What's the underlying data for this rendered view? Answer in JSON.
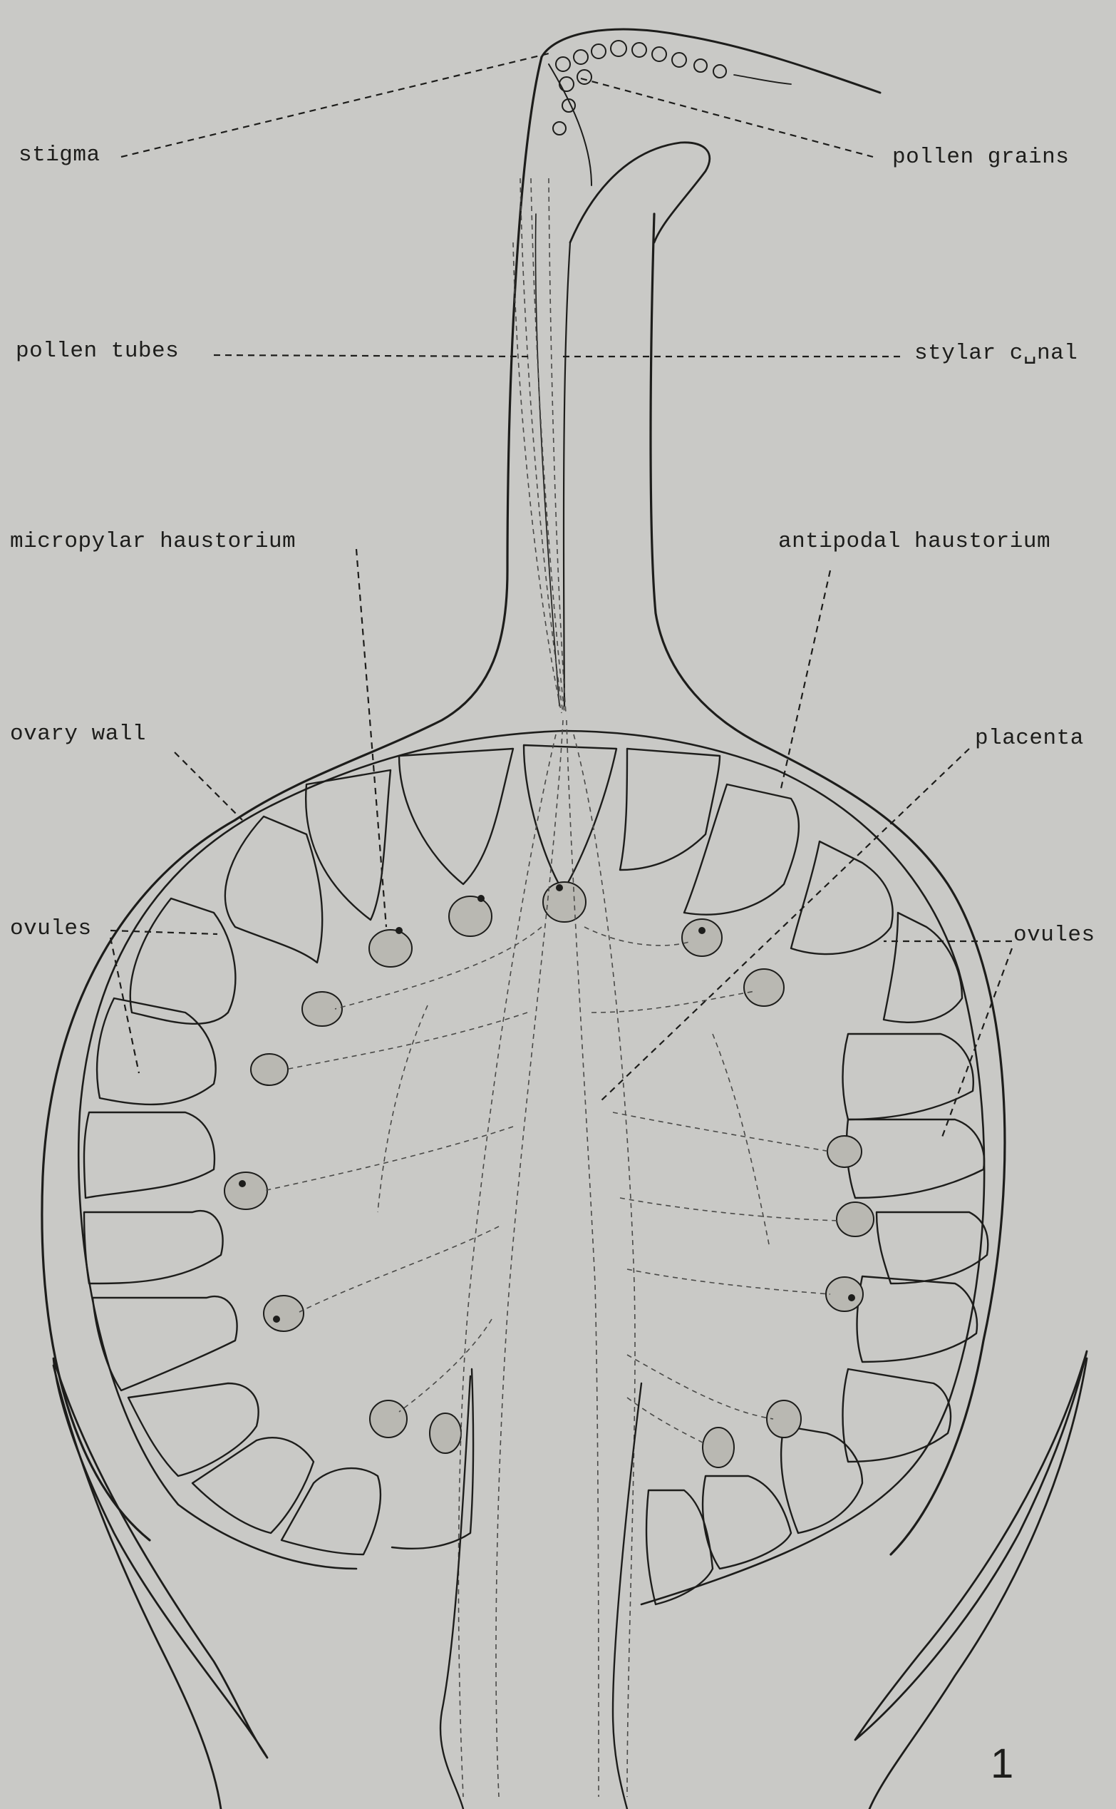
{
  "labels": {
    "stigma": "stigma",
    "pollen_grains": "pollen grains",
    "pollen_tubes": "pollen tubes",
    "stylar_canal": "stylar c␣nal",
    "micropylar_haustorium": "micropylar haustorium",
    "antipodal_haustorium": "antipodal haustorium",
    "ovary_wall": "ovary wall",
    "placenta": "placenta",
    "ovules_left": "ovules",
    "ovules_right": "ovules"
  },
  "figure_number": "1",
  "colors": {
    "background": "#c9c9c6",
    "ink": "#1d1d1b"
  }
}
